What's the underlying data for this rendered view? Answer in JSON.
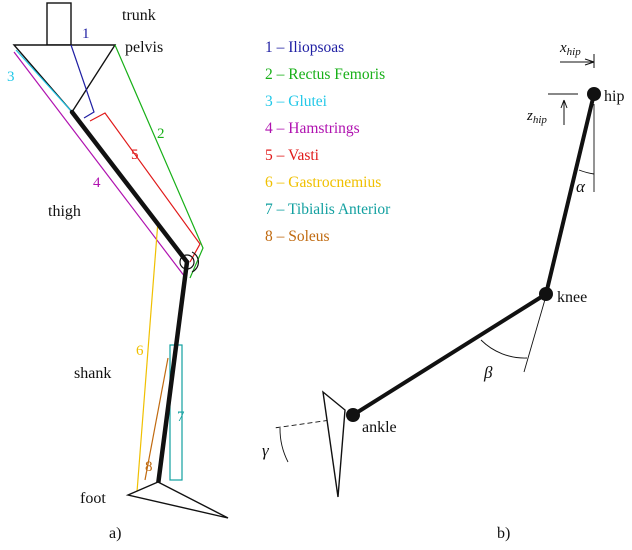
{
  "colors": {
    "iliopsoas": "#1f1fa3",
    "rectus_femoris": "#18b018",
    "glutei": "#22c8e8",
    "hamstrings": "#b012b0",
    "vasti": "#e01a1a",
    "gastrocnemius": "#f0c000",
    "tibialis_anterior": "#12a0a0",
    "soleus": "#c06a10",
    "ink": "#111111"
  },
  "panel_a": {
    "caption": "a)",
    "labels": {
      "trunk": "trunk",
      "pelvis": "pelvis",
      "thigh": "thigh",
      "shank": "shank",
      "foot": "foot"
    },
    "muscle_numbers": [
      "1",
      "2",
      "3",
      "4",
      "5",
      "6",
      "7",
      "8"
    ]
  },
  "legend": [
    {
      "num": "1",
      "dash": "–",
      "name": "Iliopsoas",
      "color_key": "iliopsoas"
    },
    {
      "num": "2",
      "dash": "–",
      "name": "Rectus Femoris",
      "color_key": "rectus_femoris"
    },
    {
      "num": "3",
      "dash": "–",
      "name": "Glutei",
      "color_key": "glutei"
    },
    {
      "num": "4",
      "dash": "–",
      "name": "Hamstrings",
      "color_key": "hamstrings"
    },
    {
      "num": "5",
      "dash": "–",
      "name": "Vasti",
      "color_key": "vasti"
    },
    {
      "num": "6",
      "dash": "–",
      "name": "Gastrocnemius",
      "color_key": "gastrocnemius"
    },
    {
      "num": "7",
      "dash": "–",
      "name": "Tibialis Anterior",
      "color_key": "tibialis_anterior"
    },
    {
      "num": "8",
      "dash": "–",
      "name": "Soleus",
      "color_key": "soleus"
    }
  ],
  "panel_b": {
    "caption": "b)",
    "joints": {
      "hip": "hip",
      "knee": "knee",
      "ankle": "ankle"
    },
    "angles": {
      "alpha": "α",
      "beta": "β",
      "gamma": "γ"
    },
    "offsets": {
      "x_var": "x",
      "x_sub": "hip",
      "z_var": "z",
      "z_sub": "hip"
    }
  }
}
